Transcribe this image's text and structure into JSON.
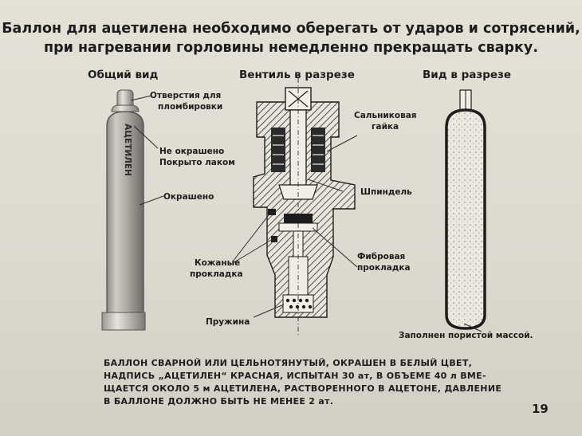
{
  "header": {
    "line1": "Баллон для ацетилена необходимо оберегать от ударов и сотрясений,",
    "line2": "при нагревании горловины немедленно прекращать сварку."
  },
  "sections": {
    "general": "Общий вид",
    "valve": "Вентиль в разрезе",
    "cut": "Вид в разрезе"
  },
  "cylinder": {
    "text": "АЦЕТИЛЕН",
    "label_holes": [
      "Отверстия для",
      "пломбировки"
    ],
    "label_lacquer": [
      "Не окрашено",
      "Покрыто лаком"
    ],
    "label_painted": "Окрашено"
  },
  "valve": {
    "label_gland": [
      "Сальниковая",
      "гайка"
    ],
    "label_spindle": "Шпиндель",
    "label_leather": [
      "Кожаные",
      "прокладка"
    ],
    "label_fiber": [
      "Фибровая",
      "прокладка"
    ],
    "label_spring": "Пружина"
  },
  "cut": {
    "label_filled": "Заполнен пористой массой."
  },
  "caption": {
    "line1": "БАЛЛОН СВАРНОЙ ИЛИ ЦЕЛЬНОТЯНУТЫЙ, ОКРАШЕН В БЕЛЫЙ ЦВЕТ,",
    "line2": "НАДПИСЬ „АЦЕТИЛЕН“ КРАСНАЯ, ИСПЫТАН 30 ат, В ОБЪЕМЕ 40 л ВМЕ-",
    "line3": "ЩАЕТСЯ ОКОЛО 5 м АЦЕТИЛЕНА, РАСТВОРЕННОГО В АЦЕТОНЕ, ДАВЛЕНИЕ",
    "line4": "В БАЛЛОНЕ ДОЛЖНО БЫТЬ НЕ МЕНЕЕ 2 ат."
  },
  "page_number": "19"
}
